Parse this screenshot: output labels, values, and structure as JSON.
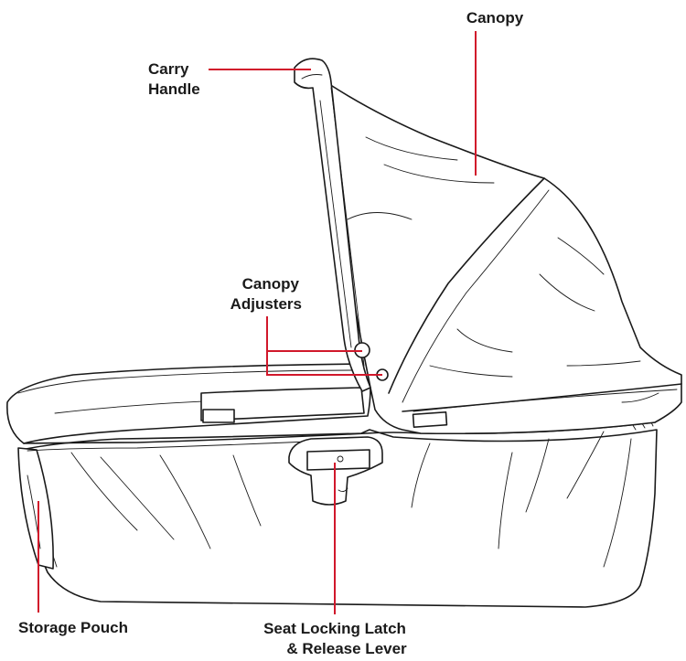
{
  "callouts": {
    "canopy": "Canopy",
    "carry_handle": [
      "Carry",
      "Handle"
    ],
    "canopy_adjusters": [
      "Canopy",
      "Adjusters"
    ],
    "storage_pouch": "Storage Pouch",
    "seat_locking_latch": [
      "Seat Locking Latch",
      "& Release Lever"
    ]
  },
  "colors": {
    "leader_line": "#d1182b",
    "line_art": "#1a1a1a",
    "background": "#ffffff"
  }
}
